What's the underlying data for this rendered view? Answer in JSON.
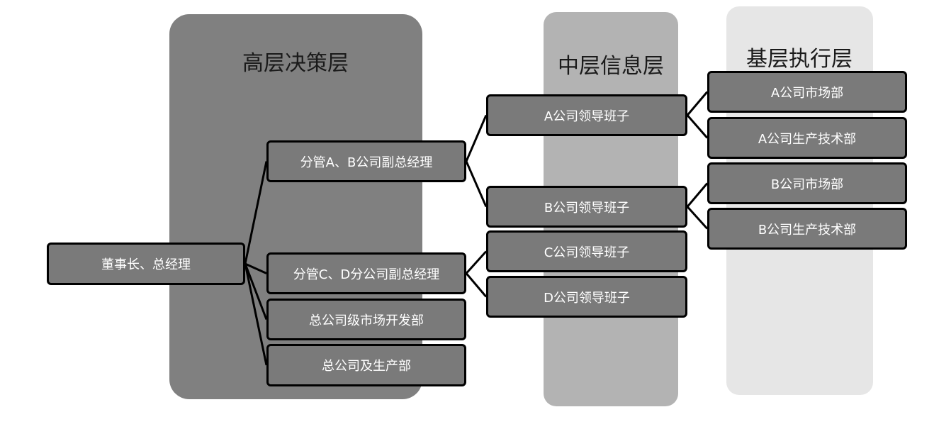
{
  "colors": {
    "panel_top": "#808080",
    "panel_mid": "#b3b3b3",
    "panel_base": "#e6e6e6",
    "node_fill": "#7a7a7a",
    "node_border": "#000000",
    "node_text": "#ffffff"
  },
  "layers": {
    "top": "高层决策层",
    "middle": "中层信息层",
    "base": "基层执行层"
  },
  "nodes": {
    "root": "董事长、总经理",
    "vp_ab": "分管A、B公司副总经理",
    "vp_cd": "分管C、D分公司副总经理",
    "market_dev": "总公司级市场开发部",
    "production": "总公司及生产部",
    "lead_a": "A公司领导班子",
    "lead_b": "B公司领导班子",
    "lead_c": "C公司领导班子",
    "lead_d": "D公司领导班子",
    "a_market": "A公司市场部",
    "a_tech": "A公司生产技术部",
    "b_market": "B公司市场部",
    "b_tech": "B公司生产技术部"
  },
  "edges": [
    [
      "root",
      "vp_ab"
    ],
    [
      "root",
      "vp_cd"
    ],
    [
      "root",
      "market_dev"
    ],
    [
      "root",
      "production"
    ],
    [
      "vp_ab",
      "lead_a"
    ],
    [
      "vp_ab",
      "lead_b"
    ],
    [
      "vp_cd",
      "lead_c"
    ],
    [
      "vp_cd",
      "lead_d"
    ],
    [
      "lead_a",
      "a_market"
    ],
    [
      "lead_a",
      "a_tech"
    ],
    [
      "lead_b",
      "b_market"
    ],
    [
      "lead_b",
      "b_tech"
    ]
  ]
}
